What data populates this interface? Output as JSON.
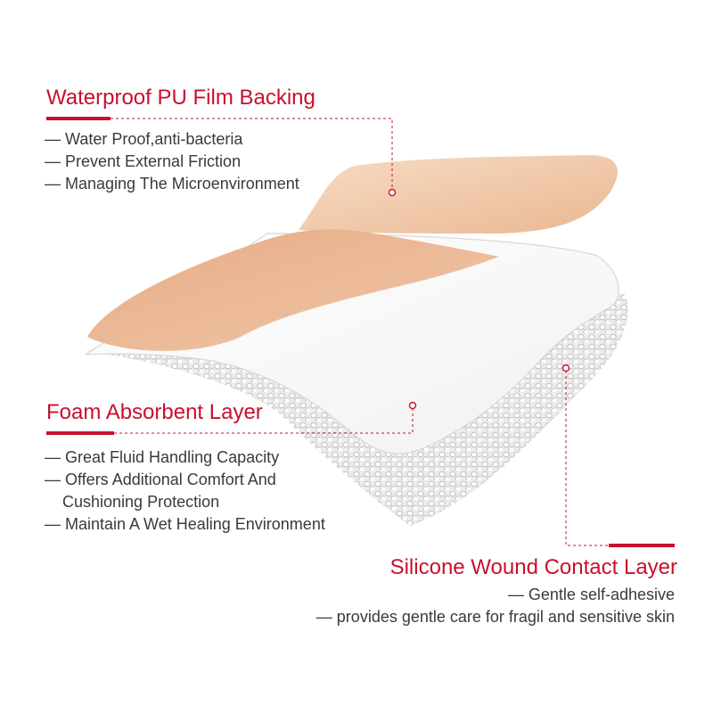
{
  "colors": {
    "accent": "#c8102e",
    "text": "#3a3a3a",
    "film": "#e8b48c",
    "foam": "#ffffff",
    "silicone": "#ececec"
  },
  "illustration": {
    "subject": "layered wound dressing"
  },
  "callouts": {
    "pu_film": {
      "title": "Waterproof PU Film Backing",
      "bullets": [
        "— Water Proof,anti-bacteria",
        "— Prevent External Friction",
        "— Managing The Microenvironment"
      ]
    },
    "foam": {
      "title": "Foam Absorbent Layer",
      "bullets": [
        "— Great Fluid Handling Capacity",
        "— Offers Additional Comfort And",
        "Cushioning Protection",
        "— Maintain A Wet Healing Environment"
      ]
    },
    "silicone": {
      "title": "Silicone Wound Contact Layer",
      "bullets": [
        "— Gentle self-adhesive",
        "— provides gentle care for fragil and sensitive skin"
      ]
    }
  }
}
